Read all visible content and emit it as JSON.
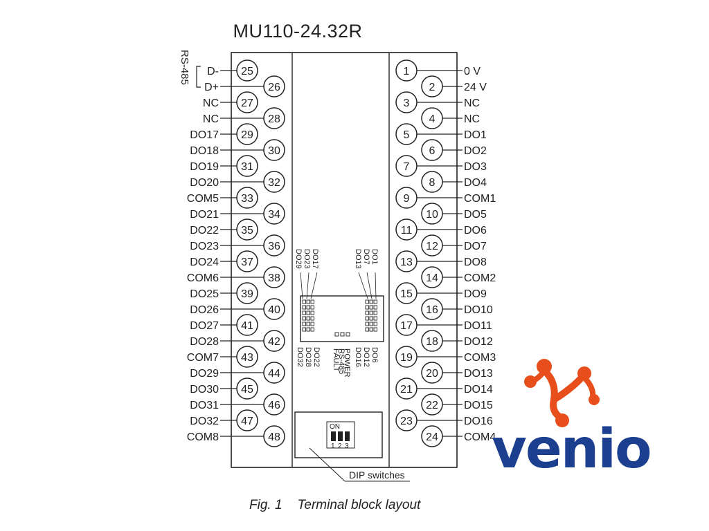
{
  "title": "MU110-24.32R",
  "caption": {
    "fig": "Fig. 1",
    "text": "Terminal block layout"
  },
  "rs485": {
    "label": "RS-485",
    "lines": [
      "D-",
      "D+"
    ]
  },
  "left_terminals": [
    {
      "n": "25",
      "label": "D-"
    },
    {
      "n": "26",
      "label": "D+"
    },
    {
      "n": "27",
      "label": "NC"
    },
    {
      "n": "28",
      "label": "NC"
    },
    {
      "n": "29",
      "label": "DO17"
    },
    {
      "n": "30",
      "label": "DO18"
    },
    {
      "n": "31",
      "label": "DO19"
    },
    {
      "n": "32",
      "label": "DO20"
    },
    {
      "n": "33",
      "label": "COM5"
    },
    {
      "n": "34",
      "label": "DO21"
    },
    {
      "n": "35",
      "label": "DO22"
    },
    {
      "n": "36",
      "label": "DO23"
    },
    {
      "n": "37",
      "label": "DO24"
    },
    {
      "n": "38",
      "label": "COM6"
    },
    {
      "n": "39",
      "label": "DO25"
    },
    {
      "n": "40",
      "label": "DO26"
    },
    {
      "n": "41",
      "label": "DO27"
    },
    {
      "n": "42",
      "label": "DO28"
    },
    {
      "n": "43",
      "label": "COM7"
    },
    {
      "n": "44",
      "label": "DO29"
    },
    {
      "n": "45",
      "label": "DO30"
    },
    {
      "n": "46",
      "label": "DO31"
    },
    {
      "n": "47",
      "label": "DO32"
    },
    {
      "n": "48",
      "label": "COM8"
    }
  ],
  "right_terminals": [
    {
      "n": "1",
      "label": "0 V"
    },
    {
      "n": "2",
      "label": "24 V"
    },
    {
      "n": "3",
      "label": "NC"
    },
    {
      "n": "4",
      "label": "NC"
    },
    {
      "n": "5",
      "label": "DO1"
    },
    {
      "n": "6",
      "label": "DO2"
    },
    {
      "n": "7",
      "label": "DO3"
    },
    {
      "n": "8",
      "label": "DO4"
    },
    {
      "n": "9",
      "label": "COM1"
    },
    {
      "n": "10",
      "label": "DO5"
    },
    {
      "n": "11",
      "label": "DO6"
    },
    {
      "n": "12",
      "label": "DO7"
    },
    {
      "n": "13",
      "label": "DO8"
    },
    {
      "n": "14",
      "label": "COM2"
    },
    {
      "n": "15",
      "label": "DO9"
    },
    {
      "n": "16",
      "label": "DO10"
    },
    {
      "n": "17",
      "label": "DO11"
    },
    {
      "n": "18",
      "label": "DO12"
    },
    {
      "n": "19",
      "label": "COM3"
    },
    {
      "n": "20",
      "label": "DO13"
    },
    {
      "n": "21",
      "label": "DO14"
    },
    {
      "n": "22",
      "label": "DO15"
    },
    {
      "n": "23",
      "label": "DO16"
    },
    {
      "n": "24",
      "label": "COM4"
    }
  ],
  "led_labels_top_left": [
    "DO29",
    "DO23",
    "DO17"
  ],
  "led_labels_top_right": [
    "DO13",
    "DO7",
    "DO1"
  ],
  "led_labels_bottom_left": [
    "DO32",
    "DO28",
    "DO22"
  ],
  "led_labels_bottom_right": [
    "DO16",
    "DO12",
    "DO6"
  ],
  "status_leds": [
    "FAULT",
    "RS-485",
    "POWER"
  ],
  "dip": {
    "on_label": "ON",
    "numbers": [
      "1",
      "2",
      "3"
    ],
    "callout": "DIP switches"
  },
  "logo": {
    "text": "venio",
    "primary_color": "#1c3f8f",
    "accent_color": "#e84e1b"
  },
  "colors": {
    "line": "#222222",
    "paper": "#ffffff"
  }
}
